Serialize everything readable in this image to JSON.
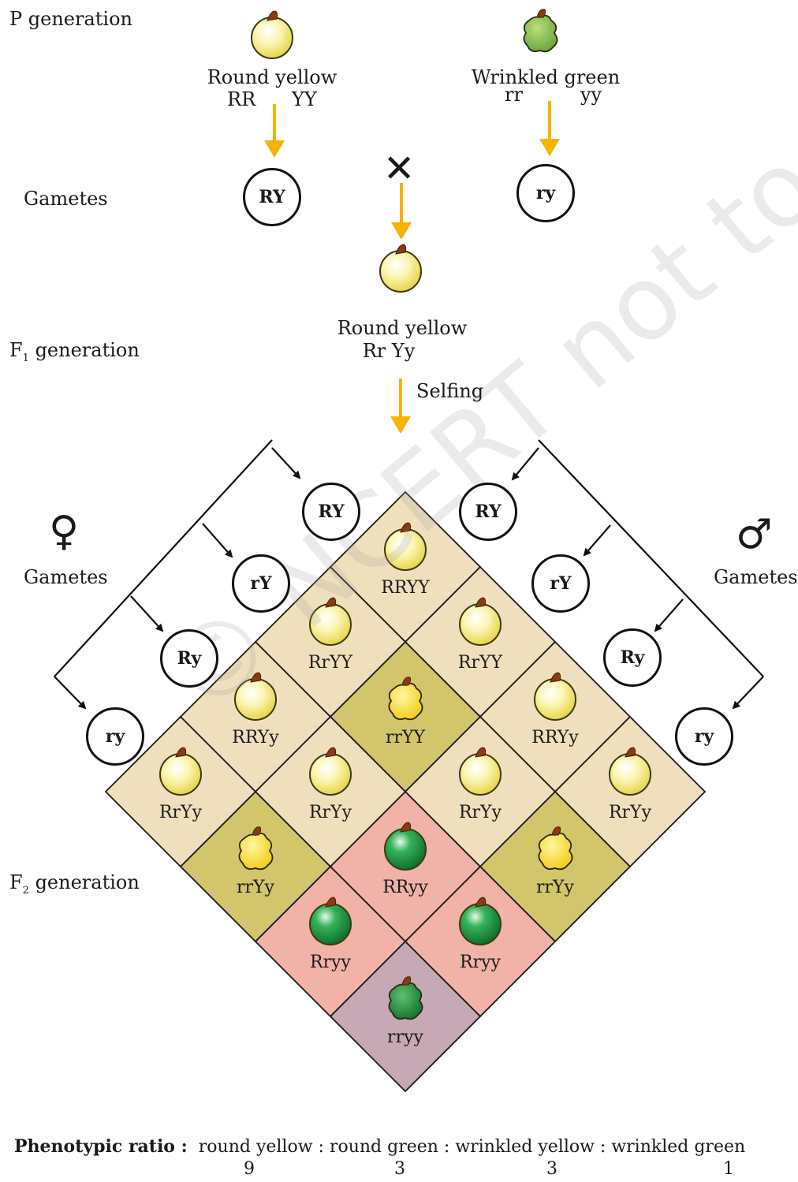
{
  "labels": {
    "p_generation": "P generation",
    "gametes_p": "Gametes",
    "f1_generation_prefix": "F",
    "f1_generation_sub": "1",
    "f1_generation_suffix": " generation",
    "f2_generation_prefix": "F",
    "f2_generation_sub": "2",
    "f2_generation_suffix": " generation",
    "gametes_female": "Gametes",
    "gametes_male": "Gametes",
    "selfing": "Selfing"
  },
  "parents": {
    "left": {
      "phenotype": "Round yellow",
      "allele1": "RR",
      "allele2": "YY",
      "gamete": "RY"
    },
    "right": {
      "phenotype": "Wrinkled green",
      "allele1": "rr",
      "allele2": "yy",
      "gamete": "ry"
    }
  },
  "cross_symbol": "✕",
  "f1": {
    "phenotype": "Round yellow",
    "genotype": "Rr Yy"
  },
  "female_symbol": "♀",
  "male_symbol": "♂",
  "female_gametes": [
    "RY",
    "rY",
    "Ry",
    "ry"
  ],
  "male_gametes": [
    "RY",
    "rY",
    "Ry",
    "ry"
  ],
  "grid": {
    "genotypes": [
      [
        "RRYY",
        "RrYY",
        "RRYy",
        "RrYy"
      ],
      [
        "RrYY",
        "rrYY",
        "RrYy",
        "rrYy"
      ],
      [
        "RRYy",
        "RrYy",
        "RRyy",
        "Rryy"
      ],
      [
        "RrYy",
        "rrYy",
        "Rryy",
        "rryy"
      ]
    ],
    "phenotypes": [
      [
        "RY",
        "RY",
        "RY",
        "RY"
      ],
      [
        "RY",
        "rY",
        "RY",
        "rY"
      ],
      [
        "RY",
        "RY",
        "Ry",
        "Ry"
      ],
      [
        "RY",
        "rY",
        "Ry",
        "ry"
      ]
    ]
  },
  "colors": {
    "round_yellow_cell": "#f0dfbc",
    "wrinkled_yellow_cell": "#d2c56b",
    "round_green_cell": "#f1b2a8",
    "wrinkled_green_cell": "#c6a9b4",
    "arrow": "#f4b400",
    "seed_yellow": "#f7ef8a",
    "seed_green": "#1f9a44",
    "grid_line": "#1a1a1a"
  },
  "ratio": {
    "heading": "Phenotypic ratio :",
    "text": "round yellow : round green : wrinkled yellow : wrinkled green",
    "values": [
      "9",
      "3",
      "3",
      "1"
    ]
  },
  "watermark": {
    "copyright": "© NCERT",
    "notice": "not to be republished"
  }
}
